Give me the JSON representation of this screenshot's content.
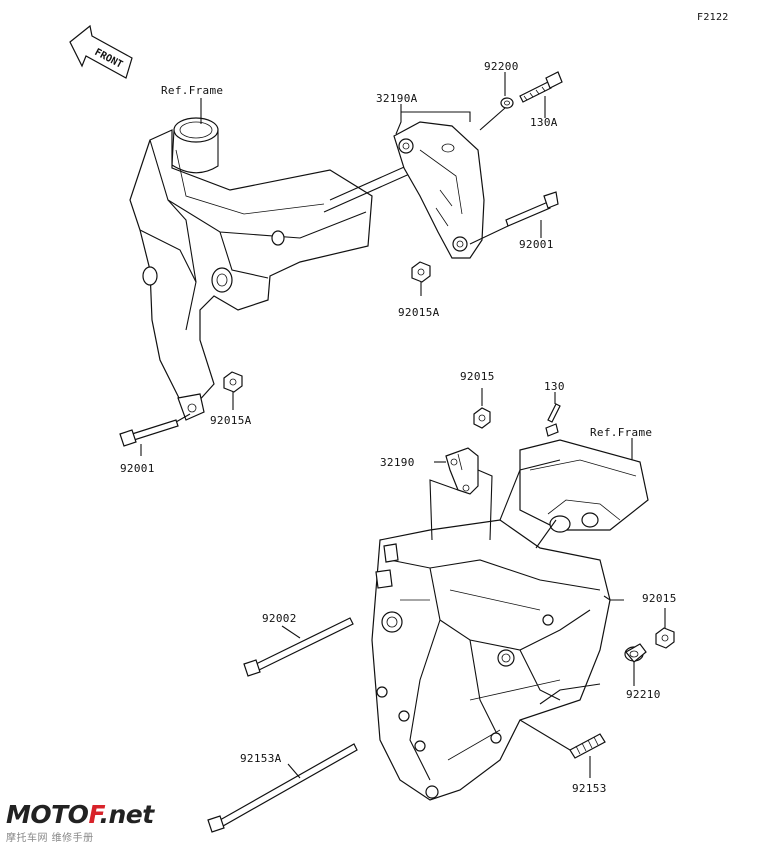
{
  "figure_code": "F2122",
  "front_arrow": {
    "text": "FRONT"
  },
  "labels": {
    "ref_frame_top": "Ref.Frame",
    "ref_frame_bottom": "Ref.Frame",
    "p_32190A": "32190A",
    "p_92200": "92200",
    "p_130A": "130A",
    "p_92001_top": "92001",
    "p_92015A_top": "92015A",
    "p_92015A_left": "92015A",
    "p_92001_left": "92001",
    "p_92015_mid": "92015",
    "p_130": "130",
    "p_32190": "32190",
    "p_92015_right": "92015",
    "p_92210": "92210",
    "p_92002": "92002",
    "p_92153A": "92153A",
    "p_92153": "92153"
  },
  "watermark": {
    "brand_prefix": "MOTO",
    "brand_accent": "F",
    "brand_suffix": ".net",
    "subtitle": "摩托车网 维修手册"
  },
  "colors": {
    "ink": "#111111",
    "accent": "#d8232a"
  }
}
